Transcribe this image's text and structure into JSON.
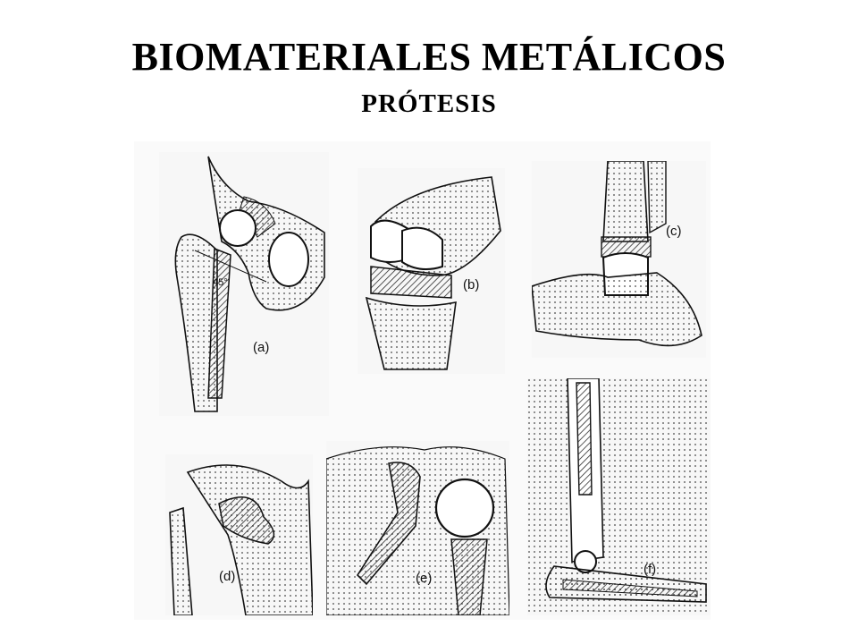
{
  "slide": {
    "title": "BIOMATERIALES METÁLICOS",
    "subtitle": "PRÓTESIS"
  },
  "figure": {
    "panels": [
      {
        "label": "(a)",
        "depicts": "hip-prosthesis",
        "angle_mark": "45°"
      },
      {
        "label": "(b)",
        "depicts": "knee-prosthesis"
      },
      {
        "label": "(c)",
        "depicts": "ankle-prosthesis"
      },
      {
        "label": "(d)",
        "depicts": "shoulder-prosthesis"
      },
      {
        "label": "(e)",
        "depicts": "shoulder-prosthesis"
      },
      {
        "label": "(f)",
        "depicts": "elbow-prosthesis"
      }
    ]
  }
}
